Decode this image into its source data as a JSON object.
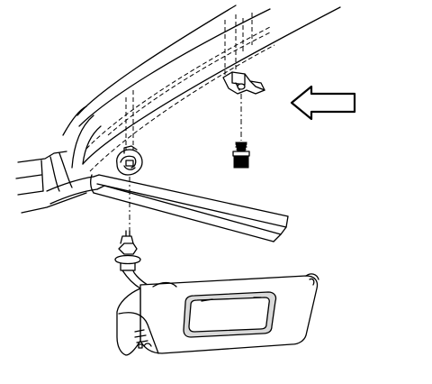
{
  "figure": {
    "parts": [
      {
        "name": "windshield-frame",
        "icon": "a-pillar-outline"
      },
      {
        "name": "headliner-rail",
        "icon": "roof-rail-outline"
      },
      {
        "name": "retainer-clip",
        "icon": "clip-icon"
      },
      {
        "name": "mounting-bracket",
        "icon": "bracket-icon"
      },
      {
        "name": "screw",
        "icon": "screw-icon"
      },
      {
        "name": "sunshade",
        "icon": "sunshade-icon"
      },
      {
        "name": "vanity-mirror",
        "icon": "mirror-icon"
      }
    ],
    "direction_arrow": {
      "icon": "arrow-left-icon",
      "direction": "left"
    }
  }
}
